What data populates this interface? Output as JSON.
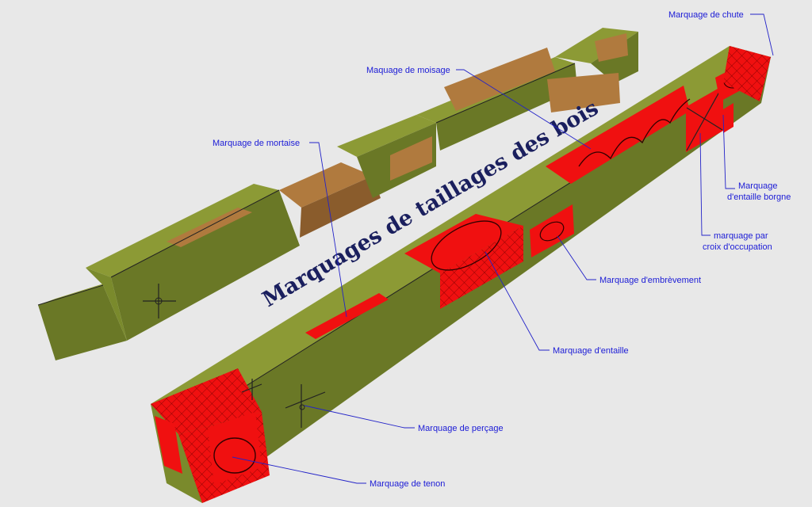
{
  "title": "Marquages de taillages des bois",
  "labels": {
    "chute": "Marquage de chute",
    "moisage": "Maquage de moisage",
    "mortaise": "Marquage de mortaise",
    "entaille_borgne_1": "Marquage",
    "entaille_borgne_2": "d'entaille borgne",
    "croix_1": "marquage par",
    "croix_2": "croix d'occupation",
    "embrevement": "Marquage d'embrèvement",
    "entaille": "Marquage d'entaille",
    "percage": "Marquage de perçage",
    "tenon": "Marquage de tenon"
  },
  "colors": {
    "background": "#e8e8e8",
    "wood": "#8c9a35",
    "marking_red": "#f01010",
    "label_blue": "#1b1bd6",
    "title_navy": "#1a1f5e"
  }
}
